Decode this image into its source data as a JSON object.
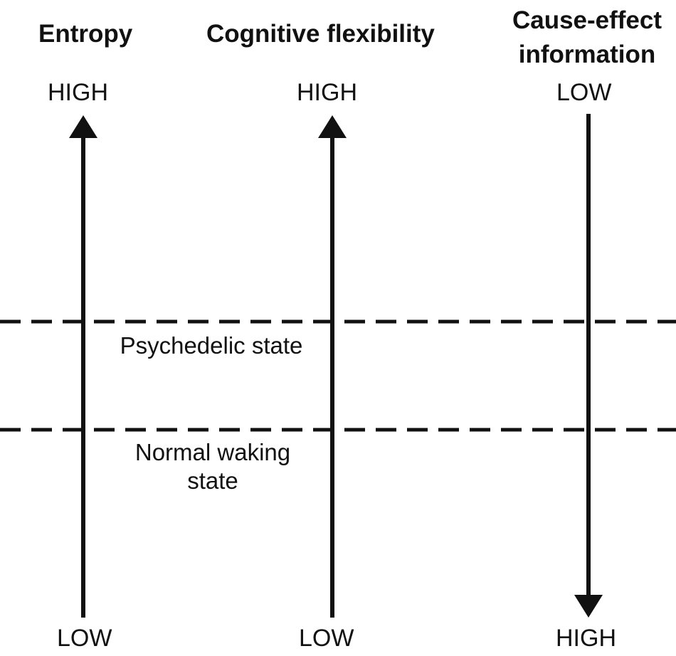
{
  "columns": [
    {
      "id": "entropy",
      "header_lines": [
        "Entropy"
      ],
      "top_label": "HIGH",
      "bottom_label": "LOW",
      "arrow_direction": "up"
    },
    {
      "id": "cognitive-flexibility",
      "header_lines": [
        "Cognitive flexibility"
      ],
      "top_label": "HIGH",
      "bottom_label": "LOW",
      "arrow_direction": "up"
    },
    {
      "id": "cause-effect-information",
      "header_lines": [
        "Cause-effect",
        "information"
      ],
      "top_label": "LOW",
      "bottom_label": "HIGH",
      "arrow_direction": "down"
    }
  ],
  "states": [
    {
      "id": "psychedelic",
      "lines": [
        "Psychedelic state"
      ]
    },
    {
      "id": "normal-waking",
      "lines": [
        "Normal waking",
        "state"
      ]
    }
  ],
  "colors": {
    "line": "#111111",
    "text": "#111111",
    "background": "#ffffff"
  }
}
